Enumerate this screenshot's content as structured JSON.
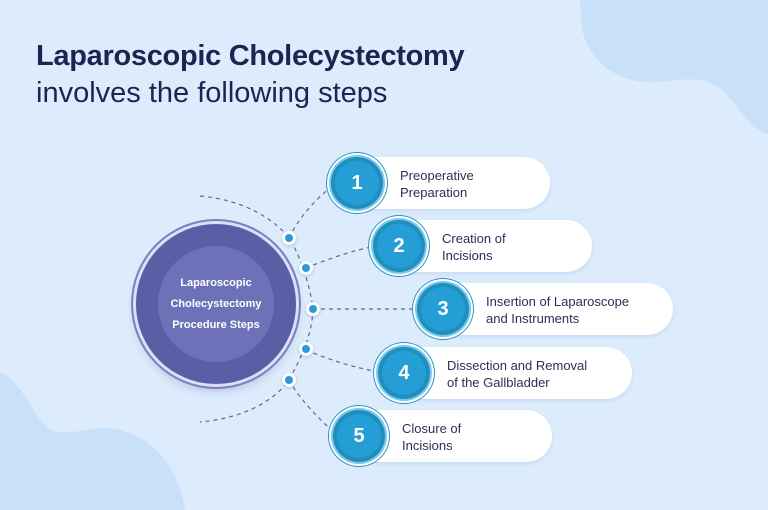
{
  "header": {
    "title": "Laparoscopic Cholecystectomy",
    "subtitle": "involves the following steps"
  },
  "hub": {
    "lines": [
      "Laparoscopic",
      "Cholecystectomy",
      "Procedure Steps"
    ]
  },
  "steps": [
    {
      "number": "1",
      "label_line1": "Preoperative",
      "label_line2": "Preparation"
    },
    {
      "number": "2",
      "label_line1": "Creation of",
      "label_line2": "Incisions"
    },
    {
      "number": "3",
      "label_line1": "Insertion of Laparoscope",
      "label_line2": "and Instruments"
    },
    {
      "number": "4",
      "label_line1": "Dissection and Removal",
      "label_line2": "of the Gallbladder"
    },
    {
      "number": "5",
      "label_line1": "Closure of",
      "label_line2": "Incisions"
    }
  ],
  "colors": {
    "background": "#dcecfd",
    "blob": "#c9e0f9",
    "title": "#1c2552",
    "hub": "#5a5ea5",
    "badge": "#259ed6",
    "dot": "#2a9bd8"
  }
}
